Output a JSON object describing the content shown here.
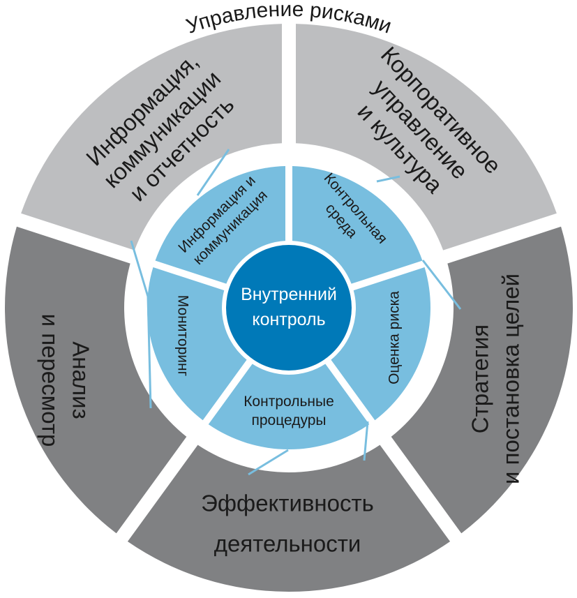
{
  "title": "Управление рисками",
  "center": {
    "line1": "Внутренний",
    "line2": "контроль"
  },
  "inner_ring": [
    {
      "id": "control-environment",
      "lines": [
        "Контрольная",
        "среда"
      ]
    },
    {
      "id": "risk-assessment",
      "lines": [
        "Оценка риска"
      ]
    },
    {
      "id": "control-procedures",
      "lines": [
        "Контрольные",
        "процедуры"
      ]
    },
    {
      "id": "monitoring",
      "lines": [
        "Мониторинг"
      ]
    },
    {
      "id": "information-communication",
      "lines": [
        "Информация и",
        "коммуникация"
      ]
    }
  ],
  "outer_ring": [
    {
      "id": "corporate-governance",
      "lines": [
        "Корпоративное",
        "управление",
        "и культура"
      ]
    },
    {
      "id": "strategy-goals",
      "lines": [
        "Стратегия",
        "и постановка целей"
      ]
    },
    {
      "id": "performance",
      "lines": [
        "Эффективность",
        "деятельности"
      ]
    },
    {
      "id": "analysis-review",
      "lines": [
        "Анализ",
        "и пересмотр"
      ]
    },
    {
      "id": "information-reporting",
      "lines": [
        "Информация,",
        "коммуникации",
        "и отчетность"
      ]
    }
  ],
  "colors": {
    "outer_light": "#bdbec0",
    "outer_dark": "#808183",
    "inner_ring": "#78bedf",
    "center": "#0079b8",
    "connector": "#78bedf",
    "text_dark": "#1a1a1a",
    "text_center": "#ffffff"
  }
}
